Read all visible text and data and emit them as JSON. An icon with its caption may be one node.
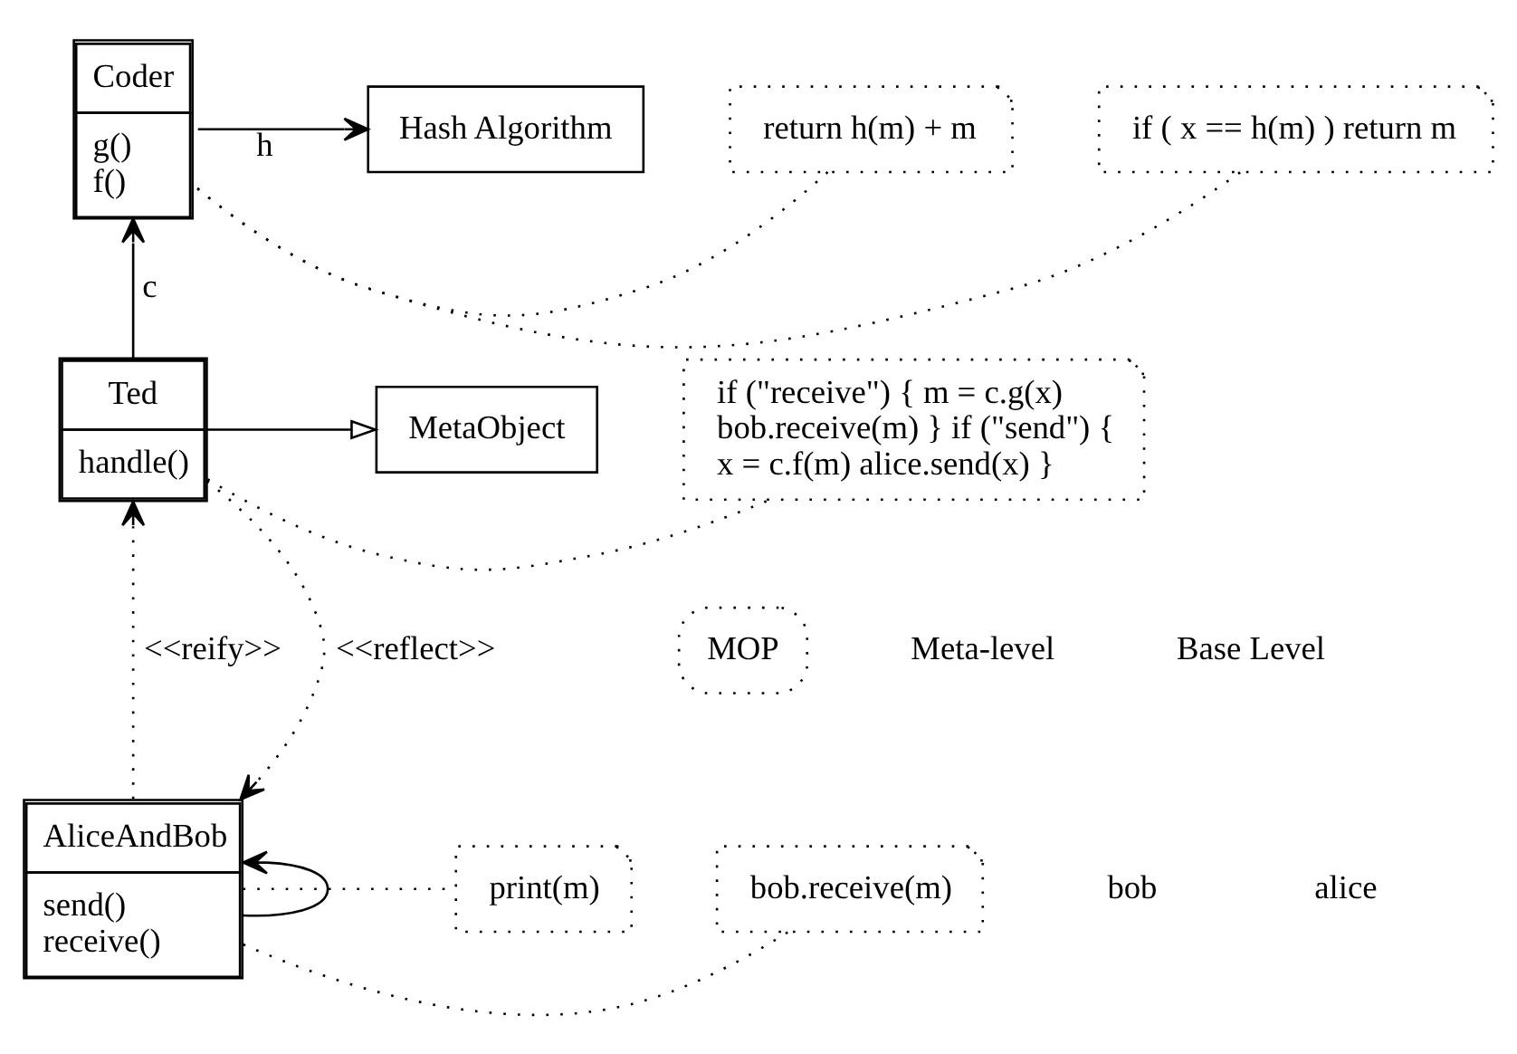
{
  "diagram": {
    "nodes": [
      {
        "text": [
          "Hash Algorithm"
        ]
      },
      {
        "text": [
          "Coder",
          "g()",
          "f()"
        ]
      },
      {
        "text": [
          "if ( x == h(m) ) return m"
        ]
      },
      {
        "text": [
          "return h(m) + m"
        ]
      },
      {
        "text": [
          "MetaObject"
        ]
      },
      {
        "text": [
          "Ted",
          "handle()"
        ]
      },
      {
        "text": [
          "if (\"receive\") { m = c.g(x) bob.receive(m) } if (\"send\") { x = c.f(m) alice.send(x) }"
        ]
      },
      {
        "text": [
          "MOP"
        ]
      },
      {
        "text": [
          "AliceAndBob",
          "send()",
          "receive()"
        ]
      },
      {
        "text": [
          "bob.receive(m)"
        ]
      },
      {
        "text": [
          "print(m)"
        ]
      }
    ],
    "edges": [
      {
        "from": 1,
        "to": 0,
        "arrow": "to",
        "label": "h"
      },
      {
        "from": 1,
        "to": 2,
        "arrow": "none",
        "style": "dashed"
      },
      {
        "from": 1,
        "to": 3,
        "arrow": "none",
        "style": "dashed"
      },
      {
        "from": 5,
        "to": 1,
        "arrow": "to",
        "label": "c"
      },
      {
        "from": 5,
        "to": 4,
        "arrow": "to"
      },
      {
        "from": 5,
        "to": 6,
        "arrow": "none",
        "style": "dashed"
      },
      {
        "from": 8,
        "to": 5,
        "arrow": "to",
        "style": "dashed",
        "label": "<<reify>>"
      },
      {
        "from": 5,
        "to": 8,
        "arrow": "to",
        "style": "dashed",
        "label": "<<reflect>>"
      },
      {
        "from": 8,
        "to": 8,
        "arrow": "to"
      },
      {
        "from": 8,
        "to": 9,
        "arrow": "none",
        "style": "dashed"
      },
      {
        "from": 8,
        "to": 10,
        "arrow": "none",
        "style": "dashed"
      }
    ],
    "labels": [
      "Meta-level",
      "Base Level",
      "bob",
      "alice"
    ]
  }
}
